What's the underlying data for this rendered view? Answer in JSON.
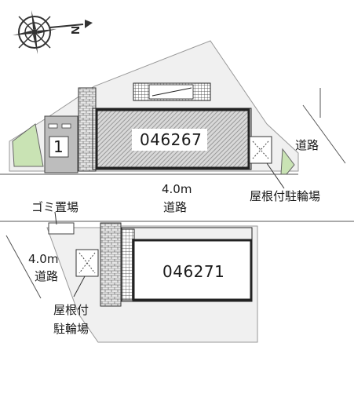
{
  "compass": {
    "north_letter": "N",
    "icon": "compass-rose-icon"
  },
  "buildings": {
    "upper_id": "046267",
    "lower_id": "046271"
  },
  "parking": {
    "space_number": "1"
  },
  "labels": {
    "road_right": "道路",
    "road_center_width": "4.0m",
    "road_center": "道路",
    "road_left_width": "4.0m",
    "road_left": "道路",
    "garbage": "ゴミ置場",
    "bike_upper": "屋根付駐輪場",
    "bike_lower_line1": "屋根付",
    "bike_lower_line2": "駐輪場"
  },
  "colors": {
    "lot_fill": "#f0f0f0",
    "building_hatch": "#9a9a9a",
    "green": "#c9e3b4",
    "parking_fill": "#bdbdbd",
    "outline": "#222222"
  }
}
